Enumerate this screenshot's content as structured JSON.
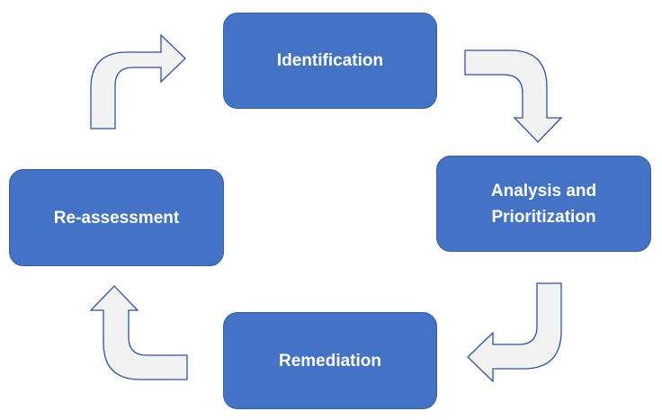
{
  "diagram": {
    "colors": {
      "box_fill": "#4472c4",
      "box_text": "#ffffff",
      "arrow_fill": "#f2f2f2",
      "arrow_stroke": "#2f5597"
    },
    "steps": [
      {
        "id": "identification",
        "label": "Identification"
      },
      {
        "id": "analysis",
        "label": "Analysis and\nPrioritization"
      },
      {
        "id": "remediation",
        "label": "Remediation"
      },
      {
        "id": "reassessment",
        "label": "Re-assessment"
      }
    ]
  }
}
